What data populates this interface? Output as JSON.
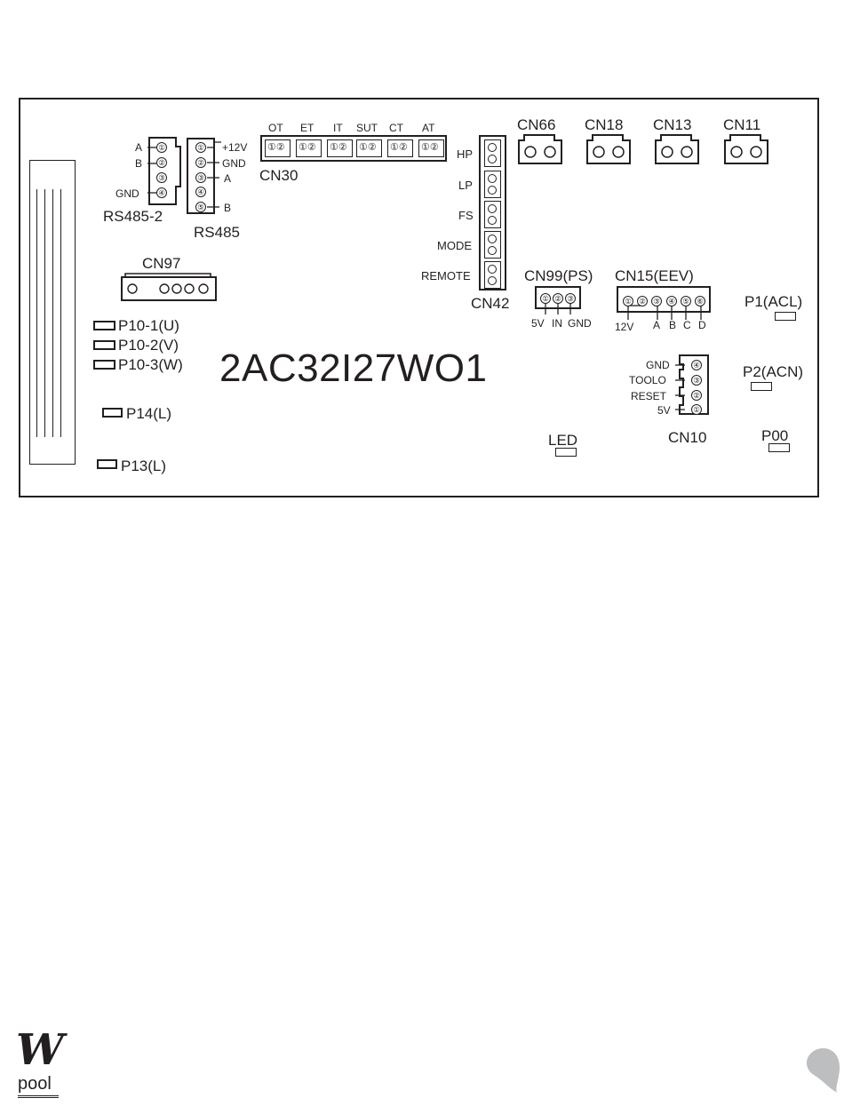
{
  "board": {
    "model": "2AC32I27WO1"
  },
  "pads": {
    "p10_1": "P10-1(U)",
    "p10_2": "P10-2(V)",
    "p10_3": "P10-3(W)",
    "p14": "P14(L)",
    "p13": "P13(L)",
    "p1": "P1(ACL)",
    "p2": "P2(ACN)",
    "p00": "P00",
    "led": "LED"
  },
  "rs485_2": {
    "name": "RS485-2",
    "pins": [
      "①",
      "②",
      "③",
      "④"
    ],
    "labels": [
      "A",
      "B",
      "GND"
    ]
  },
  "rs485": {
    "name": "RS485",
    "pins": [
      "①",
      "②",
      "③",
      "④",
      "⑤"
    ],
    "labels": [
      "+12V",
      "GND",
      "A",
      "B"
    ]
  },
  "cn30": {
    "name": "CN30",
    "sensors": [
      "OT",
      "ET",
      "IT",
      "SUT",
      "CT",
      "AT"
    ],
    "pin_pair": "①②"
  },
  "cn42": {
    "name": "CN42",
    "inputs": [
      "HP",
      "LP",
      "FS",
      "MODE",
      "REMOTE"
    ]
  },
  "top_connectors": [
    "CN66",
    "CN18",
    "CN13",
    "CN11"
  ],
  "cn97": {
    "name": "CN97"
  },
  "cn99": {
    "name": "CN99(PS)",
    "pins": [
      "①",
      "②",
      "③"
    ],
    "labels": [
      "5V",
      "IN",
      "GND"
    ]
  },
  "cn15": {
    "name": "CN15(EEV)",
    "pins": [
      "①",
      "②",
      "③",
      "④",
      "⑤",
      "⑥"
    ],
    "labels": [
      "12V",
      "A",
      "B",
      "C",
      "D"
    ]
  },
  "cn10": {
    "name": "CN10",
    "pins": [
      "④",
      "③",
      "②",
      "①"
    ],
    "labels": [
      "GND",
      "TOOLO",
      "RESET",
      "5V"
    ]
  },
  "footer": {
    "logo_mark": "W",
    "logo_text": "pool"
  }
}
